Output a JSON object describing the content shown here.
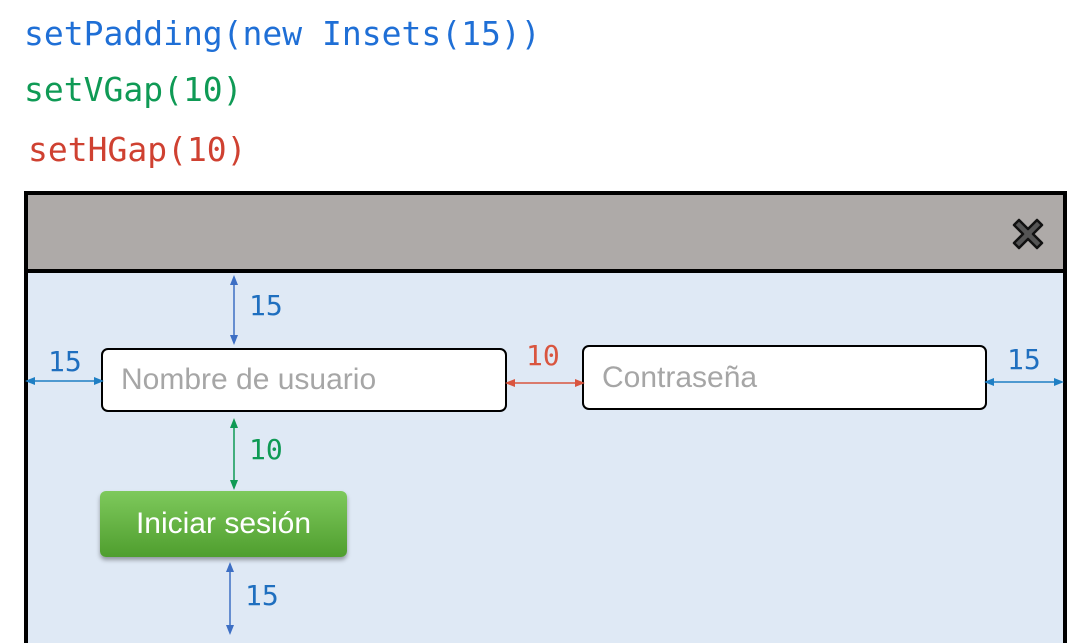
{
  "code": {
    "padding": "setPadding(new Insets(15))",
    "vgap": "setVGap(10)",
    "hgap": "setHGap(10)"
  },
  "window": {
    "close_icon": "close-icon"
  },
  "form": {
    "username_placeholder": "Nombre de usuario",
    "password_placeholder": "Contraseña",
    "login_label": "Iniciar sesión"
  },
  "dimensions": {
    "padding_top": "15",
    "padding_left": "15",
    "hgap": "10",
    "padding_right": "15",
    "vgap": "10",
    "padding_bottom": "15"
  },
  "colors": {
    "padding": "#1f6fbf",
    "vgap": "#0f9a55",
    "hgap": "#d9553f",
    "login_button": "#5aaa3a",
    "panel_background": "#dfe9f5",
    "titlebar": "#aeaaa8"
  }
}
